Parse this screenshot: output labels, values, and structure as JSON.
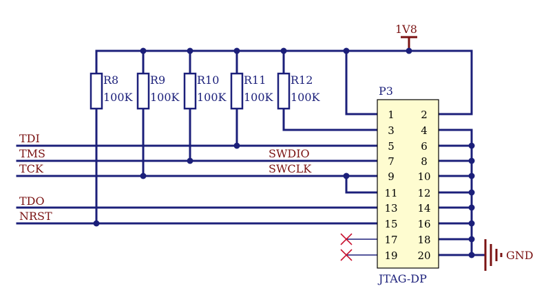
{
  "power": {
    "label": "1V8"
  },
  "ground": {
    "label": "GND"
  },
  "connector": {
    "designator": "P3",
    "part": "JTAG-DP",
    "pins_left": [
      "1",
      "3",
      "5",
      "7",
      "9",
      "11",
      "13",
      "15",
      "17",
      "19"
    ],
    "pins_right": [
      "2",
      "4",
      "6",
      "8",
      "10",
      "12",
      "14",
      "16",
      "18",
      "20"
    ]
  },
  "resistors": [
    {
      "ref": "R8",
      "value": "100K"
    },
    {
      "ref": "R9",
      "value": "100K"
    },
    {
      "ref": "R10",
      "value": "100K"
    },
    {
      "ref": "R11",
      "value": "100K"
    },
    {
      "ref": "R12",
      "value": "100K"
    }
  ],
  "nets": {
    "tdi": "TDI",
    "tms": "TMS",
    "tck": "TCK",
    "tdo": "TDO",
    "nrst": "NRST",
    "swdio": "SWDIO",
    "swclk": "SWCLK"
  },
  "colors": {
    "wire": "#1b1f7a",
    "net_label": "#7a1212",
    "no_connect": "#c8102e",
    "connector_fill": "#fefcd0"
  }
}
